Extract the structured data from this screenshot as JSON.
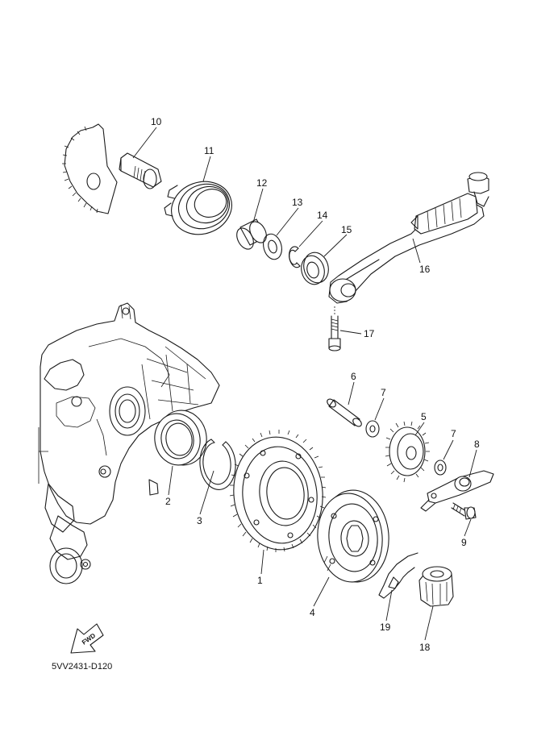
{
  "callouts": [
    {
      "id": "1",
      "label": "1"
    },
    {
      "id": "2",
      "label": "2"
    },
    {
      "id": "3",
      "label": "3"
    },
    {
      "id": "4",
      "label": "4"
    },
    {
      "id": "5",
      "label": "5"
    },
    {
      "id": "6",
      "label": "6"
    },
    {
      "id": "7a",
      "label": "7"
    },
    {
      "id": "7b",
      "label": "7"
    },
    {
      "id": "8",
      "label": "8"
    },
    {
      "id": "9",
      "label": "9"
    },
    {
      "id": "10",
      "label": "10"
    },
    {
      "id": "11",
      "label": "11"
    },
    {
      "id": "12",
      "label": "12"
    },
    {
      "id": "13",
      "label": "13"
    },
    {
      "id": "14",
      "label": "14"
    },
    {
      "id": "15",
      "label": "15"
    },
    {
      "id": "16",
      "label": "16"
    },
    {
      "id": "17",
      "label": "17"
    },
    {
      "id": "18",
      "label": "18"
    },
    {
      "id": "19",
      "label": "19"
    }
  ],
  "diagram_code": "5VV2431-D120",
  "direction_marker": "FWD",
  "colors": {
    "line": "#1a1a1a",
    "background": "#ffffff"
  }
}
